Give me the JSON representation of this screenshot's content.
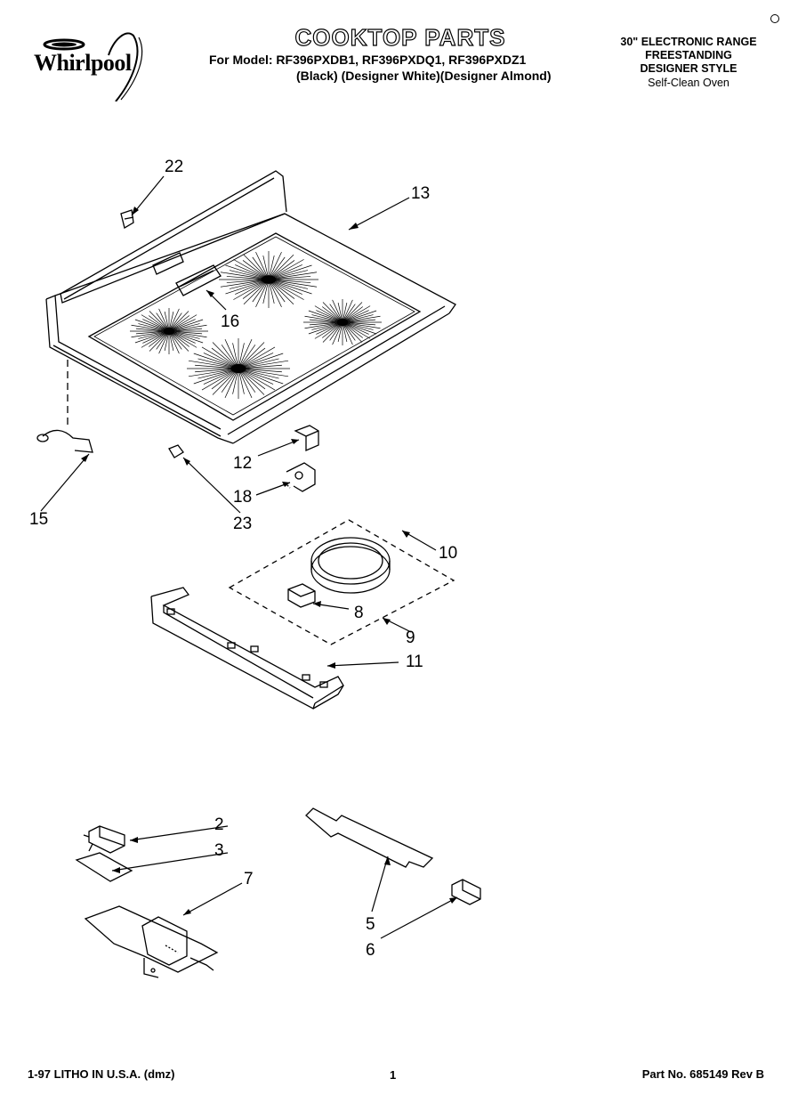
{
  "header": {
    "brand": "Whirlpool",
    "title": "COOKTOP PARTS",
    "model_line": "For Model: RF396PXDB1, RF396PXDQ1, RF396PXDZ1",
    "variant_line": "(Black)    (Designer White)(Designer Almond)",
    "product": [
      "30\" ELECTRONIC RANGE",
      "FREESTANDING",
      "DESIGNER STYLE",
      "Self-Clean Oven"
    ]
  },
  "callouts": {
    "c22": "22",
    "c13": "13",
    "c16": "16",
    "c12": "12",
    "c18": "18",
    "c23": "23",
    "c15": "15",
    "c10": "10",
    "c8": "8",
    "c9": "9",
    "c11": "11",
    "c2": "2",
    "c3": "3",
    "c7": "7",
    "c5": "5",
    "c6": "6"
  },
  "footer": {
    "litho": "1-97 LITHO IN U.S.A. (dmz)",
    "page": "1",
    "part_no": "Part No. 685149 Rev B"
  }
}
